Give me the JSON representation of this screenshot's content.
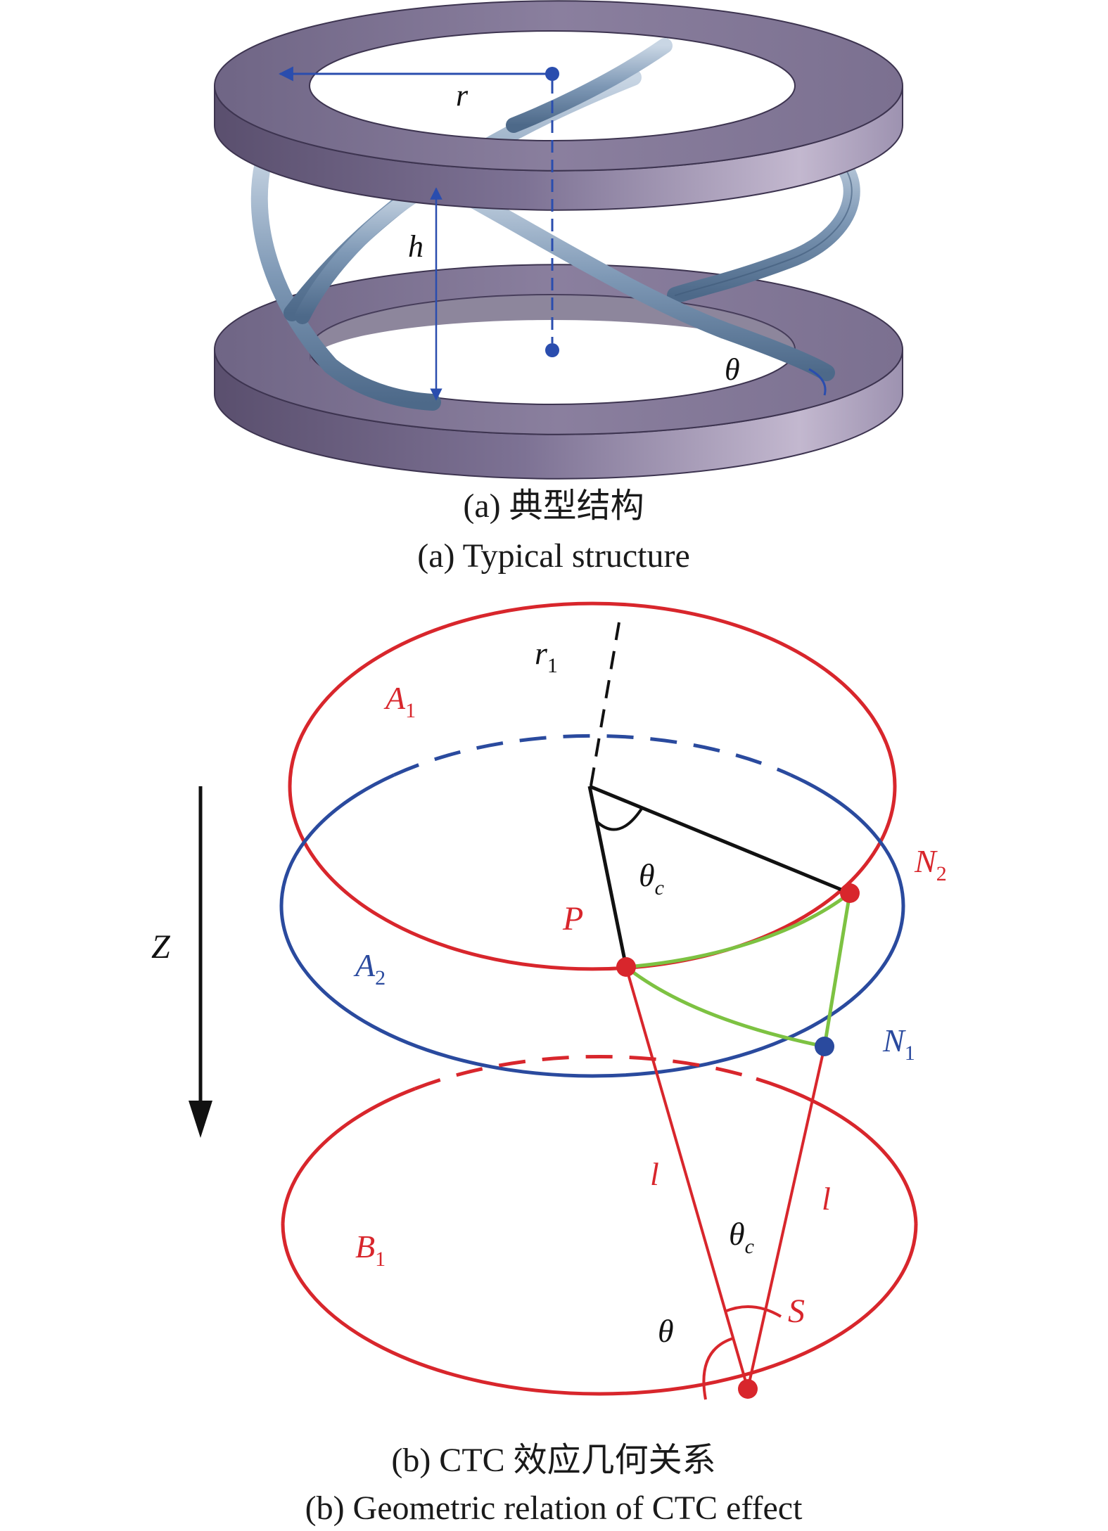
{
  "colors": {
    "ring_top": "#7b7090",
    "ring_side": "#6a5f7e",
    "ring_highlight": "#b4a9c2",
    "rod": "#8aa3bf",
    "rod_dark": "#4a6686",
    "annot_blue": "#2a4dae",
    "red": "#d8262c",
    "blue": "#2a4a9e",
    "green": "#7dc242",
    "black": "#111111"
  },
  "part_a": {
    "labels": {
      "r": "r",
      "h": "h",
      "theta": "θ"
    },
    "caption_cn": "(a) 典型结构",
    "caption_en": "(a) Typical structure"
  },
  "part_b": {
    "labels": {
      "r1": "r",
      "r1_sub": "1",
      "A1": "A",
      "A1_sub": "1",
      "A2": "A",
      "A2_sub": "2",
      "B1": "B",
      "B1_sub": "1",
      "N1": "N",
      "N1_sub": "1",
      "N2": "N",
      "N2_sub": "2",
      "P": "P",
      "S": "S",
      "Z": "Z",
      "l_left": "l",
      "l_right": "l",
      "theta": "θ",
      "theta_c_top": "θ",
      "theta_c_top_sub": "c",
      "theta_c_bottom": "θ",
      "theta_c_bottom_sub": "c"
    },
    "caption_cn": "(b) CTC 效应几何关系",
    "caption_en": "(b) Geometric relation of CTC effect"
  }
}
